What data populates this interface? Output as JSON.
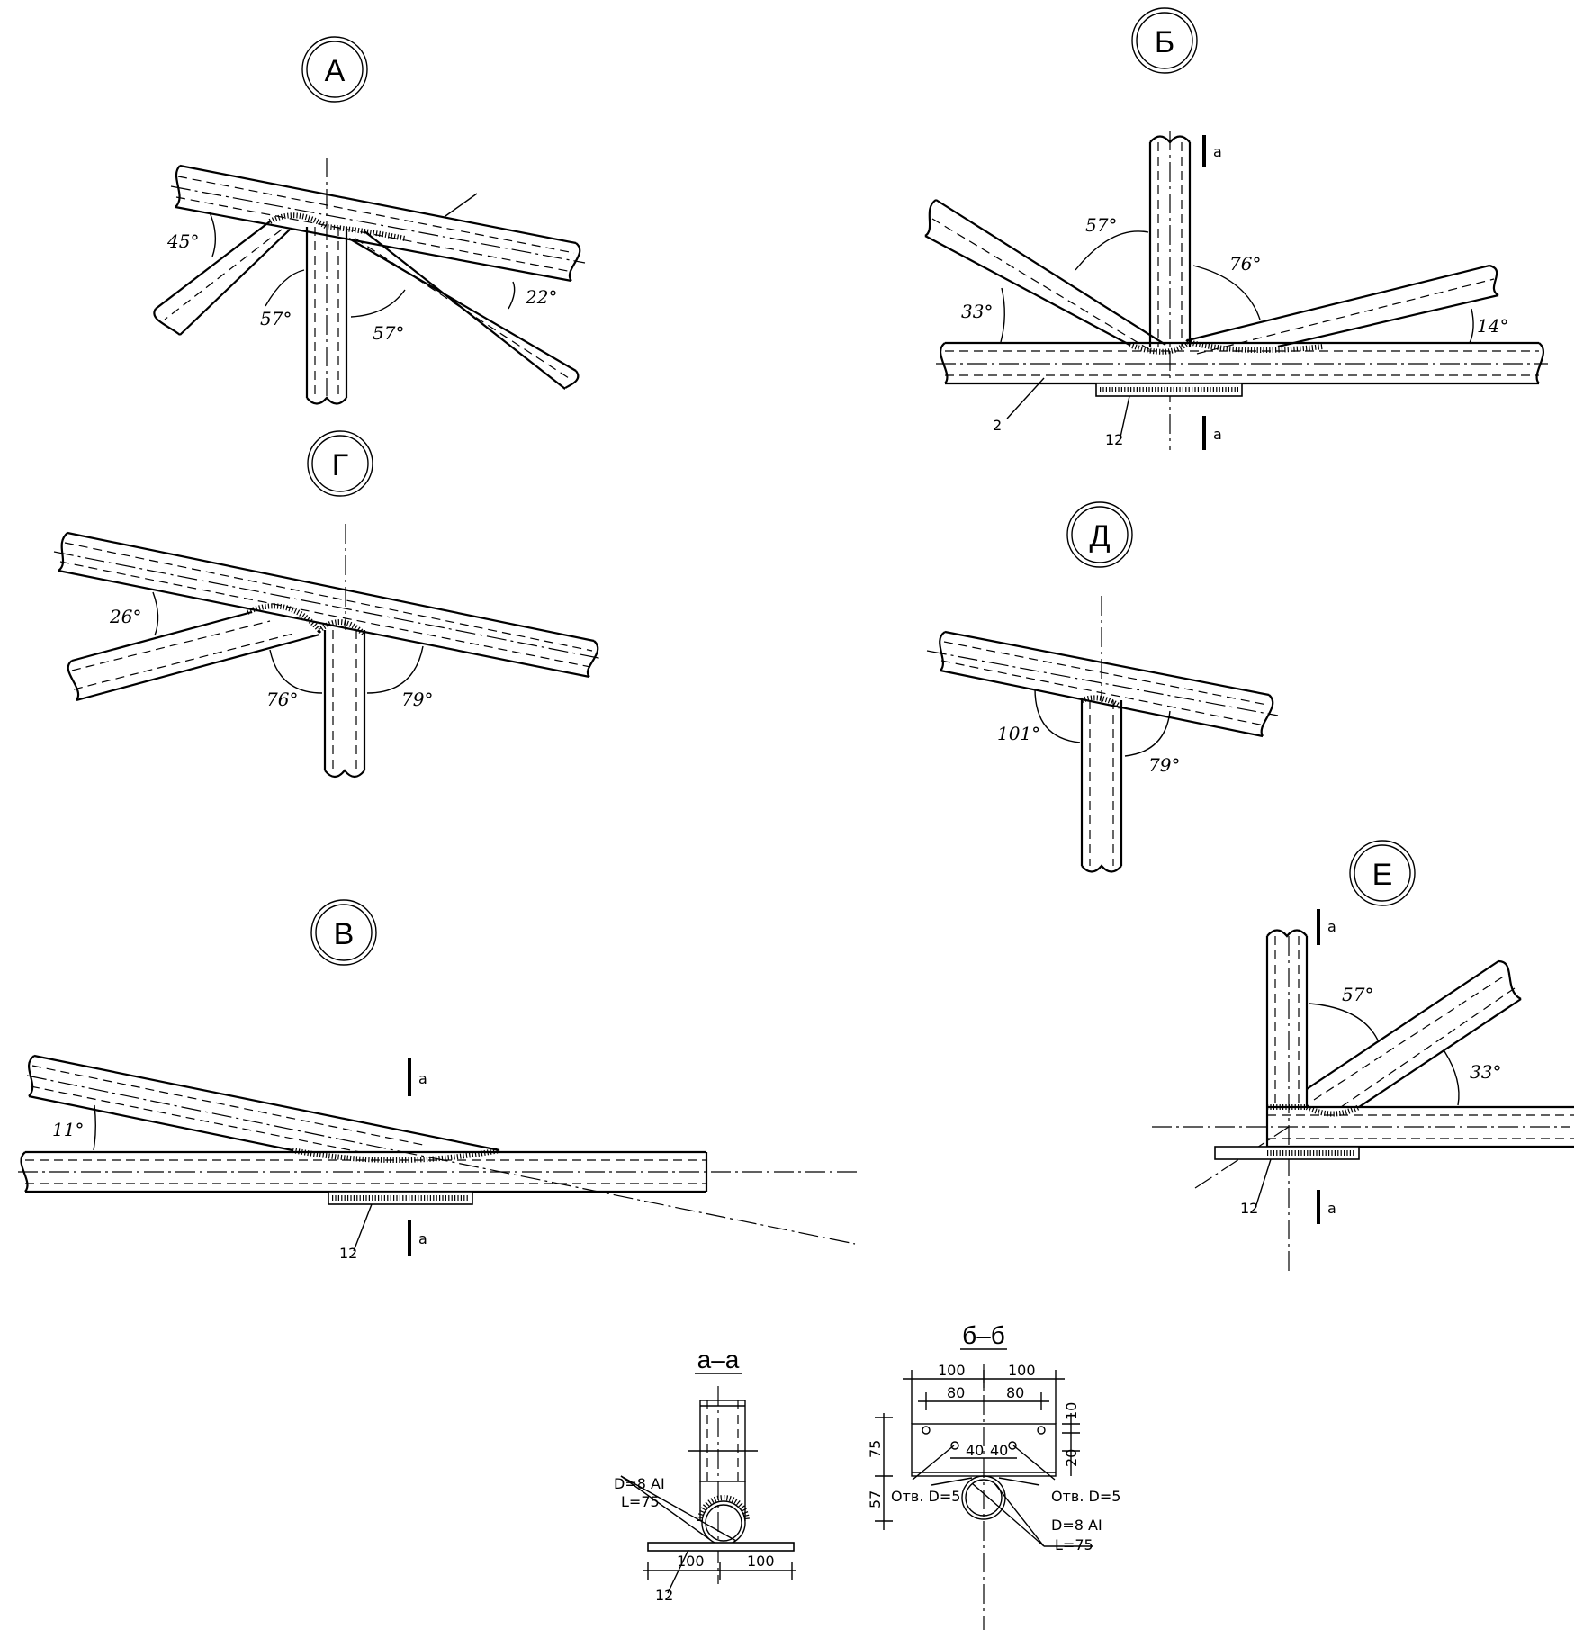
{
  "nodes": {
    "A": {
      "tag": "А",
      "angles": [
        "45°",
        "57°",
        "57°",
        "22°"
      ]
    },
    "B": {
      "tag": "Б",
      "angles": [
        "57°",
        "76°",
        "33°",
        "14°"
      ],
      "section_mark": "а",
      "parts": [
        "2",
        "12"
      ]
    },
    "G": {
      "tag": "Г",
      "angles": [
        "26°",
        "76°",
        "79°"
      ]
    },
    "D": {
      "tag": "Д",
      "angles": [
        "101°",
        "79°"
      ]
    },
    "V": {
      "tag": "В",
      "angles": [
        "11°"
      ],
      "section_mark": "а",
      "parts": [
        "12"
      ]
    },
    "E": {
      "tag": "Е",
      "angles": [
        "57°",
        "33°"
      ],
      "section_mark": "а",
      "parts": [
        "12"
      ]
    }
  },
  "section_aa": {
    "title": "а–а",
    "anchor_label": "D=8 AI",
    "anchor_len": "L=75",
    "dims": [
      "100",
      "100"
    ],
    "part": "12"
  },
  "section_bb": {
    "title": "б–б",
    "dims_top": [
      "100",
      "100"
    ],
    "dims_mid": [
      "80",
      "80"
    ],
    "dims_holes": [
      "40",
      "40"
    ],
    "dims_right": [
      "10",
      "20"
    ],
    "dims_left": [
      "75",
      "57"
    ],
    "hole_left": "Отв. D=5",
    "hole_right": "Отв. D=5",
    "anchor_label": "D=8 AI",
    "anchor_len": "L=75"
  }
}
